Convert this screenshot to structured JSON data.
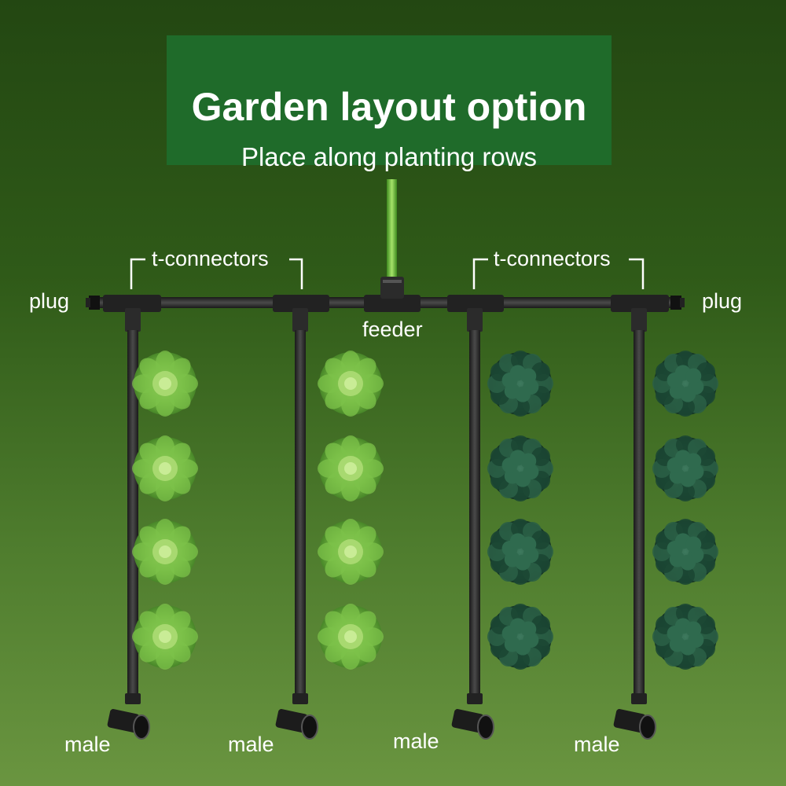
{
  "header": {
    "title": "Garden layout option",
    "subtitle": "Place along planting rows"
  },
  "labels": {
    "t_connectors_left": "t-connectors",
    "t_connectors_right": "t-connectors",
    "plug_left": "plug",
    "plug_right": "plug",
    "feeder": "feeder",
    "male_1": "male",
    "male_2": "male",
    "male_3": "male",
    "male_4": "male"
  },
  "plants": [
    {
      "type": "butterhead-lettuce",
      "count": 4
    },
    {
      "type": "butterhead-lettuce",
      "count": 4
    },
    {
      "type": "curly-kale",
      "count": 4
    },
    {
      "type": "curly-kale",
      "count": 4
    }
  ],
  "colors": {
    "background_top": "#234712",
    "background_bottom": "#6a9540",
    "title_box": "#1f6b2a",
    "pipe": "#2a2a2a",
    "feeder_hose": "#6fbf3a",
    "lettuce": "#6fb53f",
    "kale": "#1e4a36"
  }
}
